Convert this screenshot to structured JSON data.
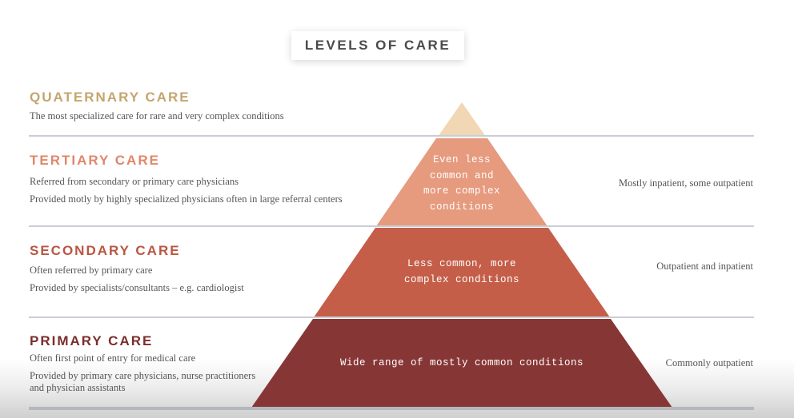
{
  "title": "LEVELS OF CARE",
  "levels": [
    {
      "name": "QUATERNARY CARE",
      "color": "#c4a56e",
      "fill": "#f1d7b4",
      "descriptions": [
        "The most specialized care for rare and very complex conditions"
      ],
      "setting": "",
      "pyramid_label": ""
    },
    {
      "name": "TERTIARY CARE",
      "color": "#e0866a",
      "fill": "#e69a7e",
      "descriptions": [
        "Referred from secondary or primary care physicians",
        "Provided motly by highly specialized physicians often in large referral centers"
      ],
      "setting": "Mostly inpatient, some outpatient",
      "pyramid_label": "Even less common and more complex conditions"
    },
    {
      "name": "SECONDARY CARE",
      "color": "#b95642",
      "fill": "#c55e48",
      "descriptions": [
        "Often referred by primary care",
        "Provided by specialists/consultants – e.g. cardiologist"
      ],
      "setting": "Outpatient and inpatient",
      "pyramid_label": "Less common, more complex conditions"
    },
    {
      "name": "PRIMARY CARE",
      "color": "#7a2e2c",
      "fill": "#873636",
      "descriptions": [
        "Often first point of entry for medical care",
        "Provided by primary care physicians, nurse practitioners and physician assistants"
      ],
      "setting": "Commonly outpatient",
      "pyramid_label": "Wide range of mostly common conditions"
    }
  ]
}
